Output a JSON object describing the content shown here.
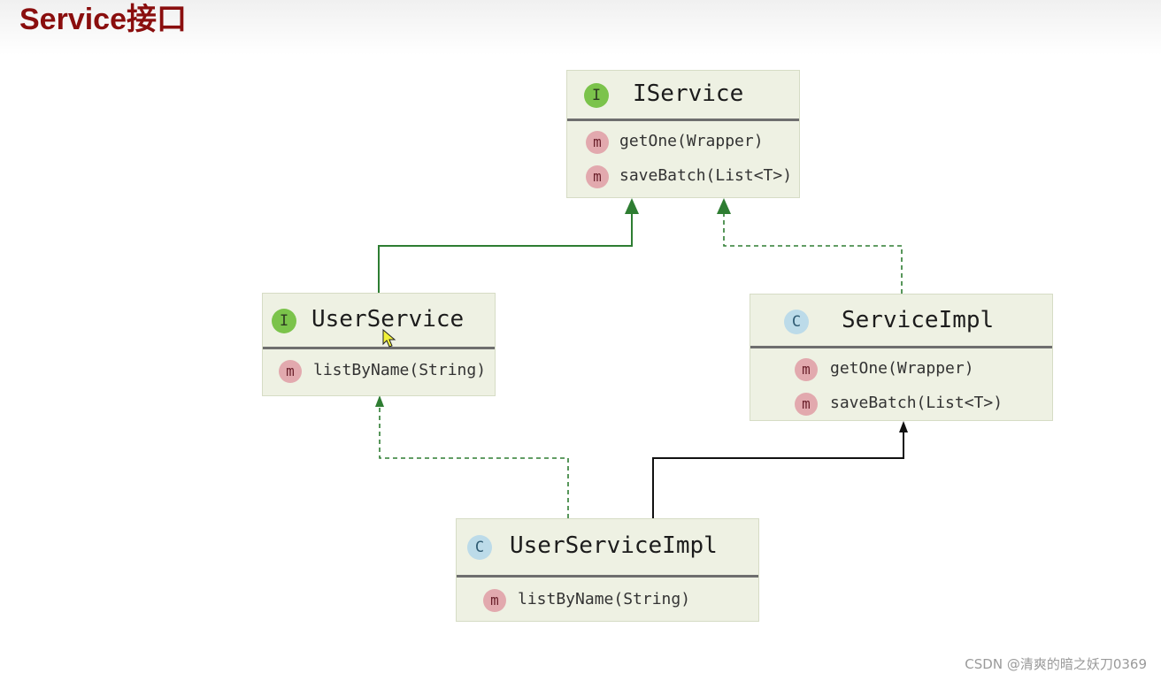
{
  "slide": {
    "title": "Service接口"
  },
  "nodes": {
    "iservice": {
      "kind_badge": "I",
      "name": "IService",
      "methods": [
        {
          "badge": "m",
          "signature": "getOne(Wrapper)"
        },
        {
          "badge": "m",
          "signature": "saveBatch(List<T>)"
        }
      ]
    },
    "user_service": {
      "kind_badge": "I",
      "name": "UserService",
      "methods": [
        {
          "badge": "m",
          "signature": "listByName(String)"
        }
      ]
    },
    "service_impl": {
      "kind_badge": "C",
      "name": "ServiceImpl",
      "methods": [
        {
          "badge": "m",
          "signature": "getOne(Wrapper)"
        },
        {
          "badge": "m",
          "signature": "saveBatch(List<T>)"
        }
      ]
    },
    "user_service_impl": {
      "kind_badge": "C",
      "name": "UserServiceImpl",
      "methods": [
        {
          "badge": "m",
          "signature": "listByName(String)"
        }
      ]
    }
  },
  "edges": [
    {
      "from": "UserService",
      "to": "IService",
      "type": "extends"
    },
    {
      "from": "ServiceImpl",
      "to": "IService",
      "type": "implements"
    },
    {
      "from": "UserServiceImpl",
      "to": "UserService",
      "type": "implements"
    },
    {
      "from": "UserServiceImpl",
      "to": "ServiceImpl",
      "type": "extends"
    }
  ],
  "colors": {
    "title": "#8a0e0e",
    "box_fill": "#eef1e3",
    "interface_badge": "#7bc34b",
    "class_badge": "#bcdbe9",
    "method_badge": "#e2a9ae",
    "interface_arrow": "#2e7d32",
    "class_arrow": "#111111"
  },
  "watermark": "CSDN @清爽的暗之妖刀0369"
}
